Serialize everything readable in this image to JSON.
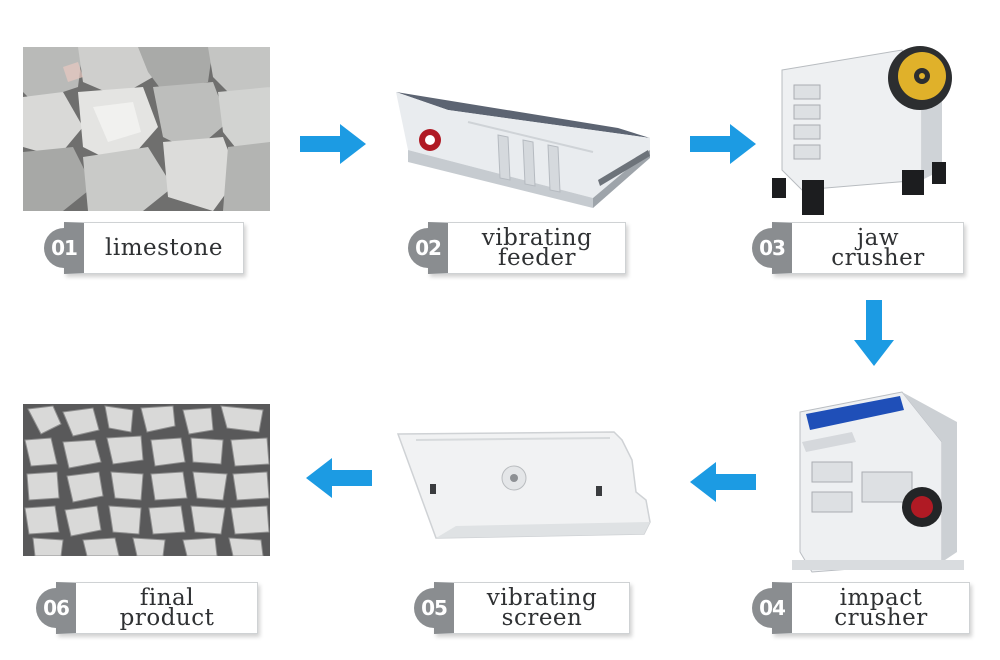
{
  "colors": {
    "arrow": "#1c9be3",
    "badge": "#8a8d90",
    "label_text": "#2f3133"
  },
  "steps": [
    {
      "num": "01",
      "line1": "limestone",
      "line2": ""
    },
    {
      "num": "02",
      "line1": "vibrating",
      "line2": "feeder"
    },
    {
      "num": "03",
      "line1": "jaw",
      "line2": "crusher"
    },
    {
      "num": "04",
      "line1": "impact",
      "line2": "crusher"
    },
    {
      "num": "05",
      "line1": "vibrating",
      "line2": "screen"
    },
    {
      "num": "06",
      "line1": "final",
      "line2": "product"
    }
  ],
  "arrows": [
    {
      "from": "01",
      "to": "02",
      "direction": "right",
      "icon": "arrow-right-icon"
    },
    {
      "from": "02",
      "to": "03",
      "direction": "right",
      "icon": "arrow-right-icon"
    },
    {
      "from": "03",
      "to": "04",
      "direction": "down",
      "icon": "arrow-down-icon"
    },
    {
      "from": "04",
      "to": "05",
      "direction": "left",
      "icon": "arrow-left-icon"
    },
    {
      "from": "05",
      "to": "06",
      "direction": "left",
      "icon": "arrow-left-icon"
    }
  ]
}
